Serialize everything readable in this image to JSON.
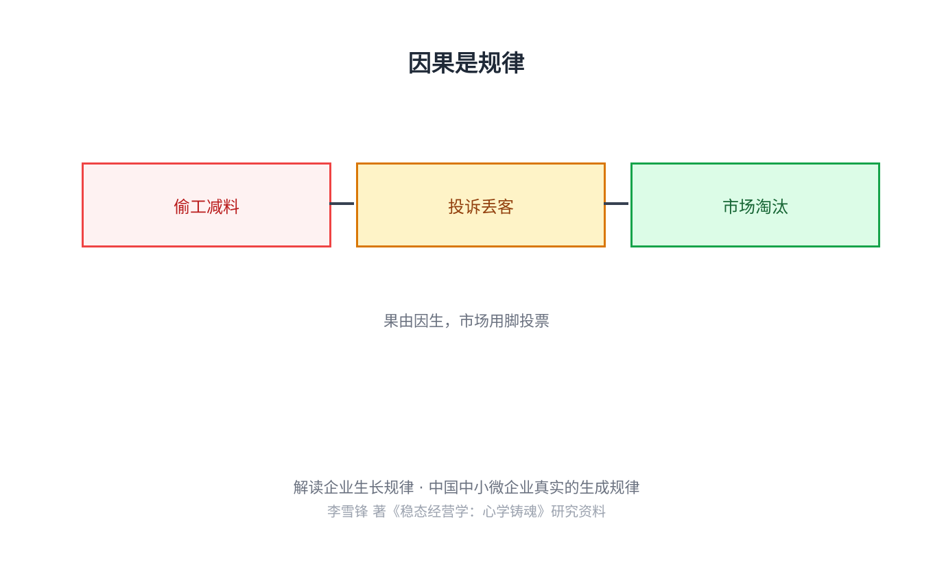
{
  "title": "因果是规律",
  "chain": [
    {
      "label": "偷工减料",
      "border_color": "#ef4444",
      "fill_color": "#fef2f2",
      "text_color": "#b91c1c"
    },
    {
      "label": "投诉丢客",
      "border_color": "#d97706",
      "fill_color": "#fef3c7",
      "text_color": "#92400e"
    },
    {
      "label": "市场淘汰",
      "border_color": "#16a34a",
      "fill_color": "#dcfce7",
      "text_color": "#166534"
    }
  ],
  "caption": "果由因生，市场用脚投票",
  "footer": {
    "line1": "解读企业生长规律 · 中国中小微企业真实的生成规律",
    "line2": "李雪锋 著《稳态经营学：心学铸魂》研究资料"
  }
}
